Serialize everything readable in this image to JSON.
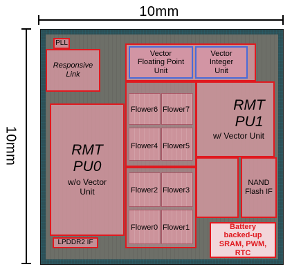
{
  "dimensions": {
    "width_label": "10mm",
    "height_label": "10mm"
  },
  "blocks": {
    "pll": "PLL",
    "responsive_link": [
      "Responsive",
      "Link"
    ],
    "vector_fp": [
      "Vector",
      "Floating Point",
      "Unit"
    ],
    "vector_int": [
      "Vector",
      "Integer",
      "Unit"
    ],
    "rmt_pu0": [
      "RMT",
      "PU0"
    ],
    "rmt_pu0_sub": [
      "w/o Vector",
      "Unit"
    ],
    "rmt_pu1": [
      "RMT",
      "PU1"
    ],
    "rmt_pu1_sub": "w/ Vector Unit",
    "flowers": [
      "Flower6",
      "Flower7",
      "Flower4",
      "Flower5",
      "Flower2",
      "Flower3",
      "Flower0",
      "Flower1"
    ],
    "nand": [
      "NAND",
      "Flash IF"
    ],
    "lpddr": "LPDDR2 IF",
    "battery": [
      "Battery",
      "backed-up",
      "SRAM, PWM,",
      "RTC"
    ]
  },
  "colors": {
    "block_border": "#e0191f",
    "vector_border": "#4a6bd8",
    "block_fill": "#d696a0"
  }
}
